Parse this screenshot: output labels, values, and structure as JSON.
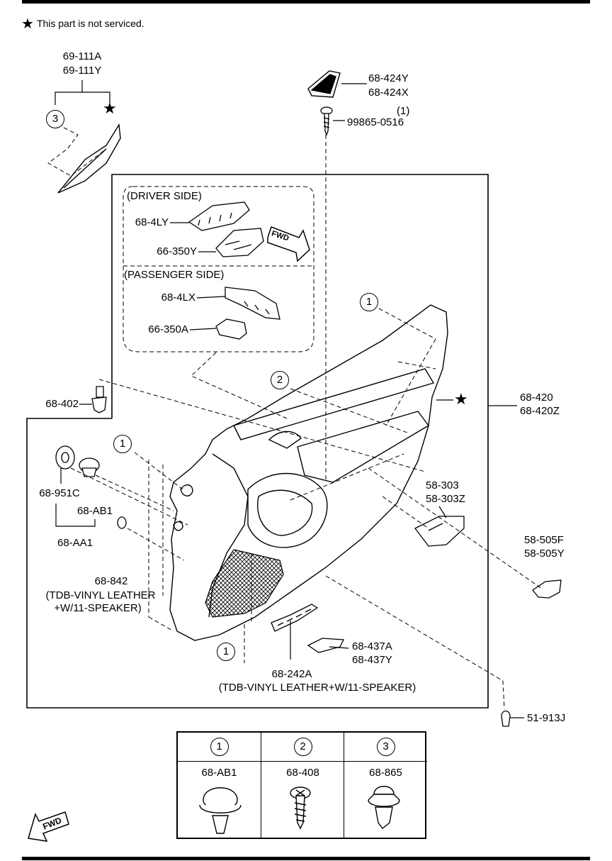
{
  "note": {
    "star": "★",
    "text": "This part is not serviced."
  },
  "callouts": {
    "p69_111": [
      "69-111A",
      "69-111Y"
    ],
    "p68_424": [
      "68-424Y",
      "68-424X"
    ],
    "screw_qty": "(1)",
    "screw_pn": "99865-0516",
    "driver_side": "(DRIVER SIDE)",
    "p68_4ly": "68-4LY",
    "p66_350y": "66-350Y",
    "passenger_side": "(PASSENGER SIDE)",
    "p68_4lx": "68-4LX",
    "p66_350a": "66-350A",
    "p68_402": "68-402",
    "p68_951c": "68-951C",
    "p68_ab1": "68-AB1",
    "p68_aa1": "68-AA1",
    "p68_842": "68-842",
    "p68_842_note1": "(TDB-VINYL LEATHER",
    "p68_842_note2": "+W/11-SPEAKER)",
    "p68_420": [
      "68-420",
      "68-420Z"
    ],
    "p58_303": [
      "58-303",
      "58-303Z"
    ],
    "p58_505": [
      "58-505F",
      "58-505Y"
    ],
    "p68_437": [
      "68-437A",
      "68-437Y"
    ],
    "p68_242a": "68-242A",
    "p68_242a_note": "(TDB-VINYL LEATHER+W/11-SPEAKER)",
    "p51_913j": "51-913J",
    "fwd": "FWD"
  },
  "markers": {
    "one": "1",
    "two": "2",
    "three": "3",
    "star": "★"
  },
  "legend": [
    {
      "marker": "1",
      "part": "68-AB1"
    },
    {
      "marker": "2",
      "part": "68-408"
    },
    {
      "marker": "3",
      "part": "68-865"
    }
  ]
}
